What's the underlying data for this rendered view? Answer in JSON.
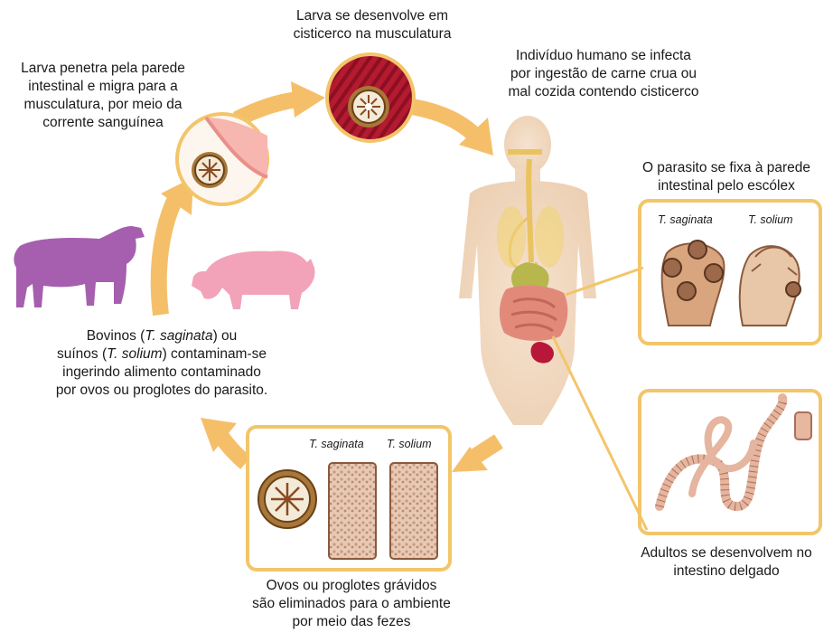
{
  "labels": {
    "cysticercus": [
      "Larva se desenvolve em",
      "cisticerco na musculatura"
    ],
    "larva": [
      "Larva penetra pela parede",
      "intestinal e migra para a",
      "musculatura, por meio da",
      "corrente sanguínea"
    ],
    "human": [
      "Indivíduo humano se infecta",
      "por ingestão de carne crua ou",
      "mal cozida contendo cisticerco"
    ],
    "scolex": [
      "O parasito se fixa à parede",
      "intestinal pelo escólex"
    ],
    "hosts": {
      "l1a": "Bovinos (",
      "l1b": "T. saginata",
      "l1c": ") ou",
      "l2a": "suínos (",
      "l2b": "T. solium",
      "l2c": ") contaminam-se",
      "l3": "ingerindo alimento contaminado",
      "l4": "por ovos ou proglotes do parasito."
    },
    "adults": [
      "Adultos se desenvolvem no",
      "intestino delgado"
    ],
    "eggs": [
      "Ovos ou proglotes grávidos",
      "são eliminados para o ambiente",
      "por meio das fezes"
    ]
  },
  "species": {
    "scolex_saginata": "T. saginata",
    "scolex_solium": "T. solium",
    "proglottid_saginata": "T. saginata",
    "proglottid_solium": "T. solium"
  },
  "colors": {
    "arrow": "#f5bf6a",
    "box_border": "#f3c56a",
    "cow": "#a65fae",
    "pig": "#f2a3b9",
    "body": "#f4dcc4",
    "muscle": "#b0182e",
    "cyst": "#8a4a22"
  }
}
